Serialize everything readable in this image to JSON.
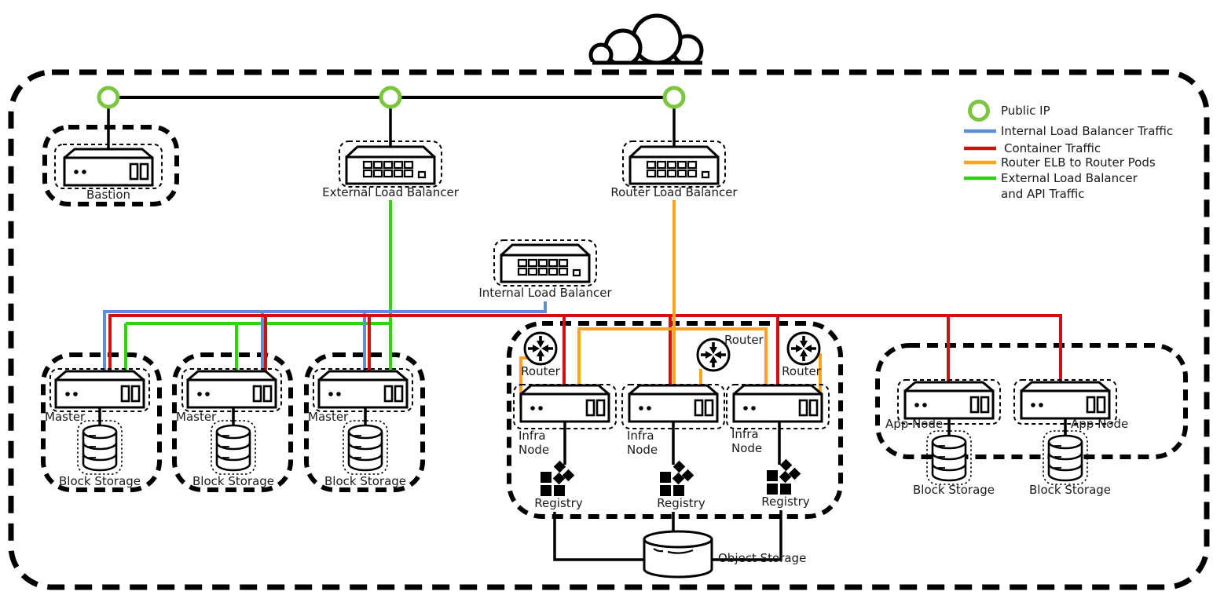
{
  "labels": {
    "bastion": "Bastion",
    "external_load_balancer": "External Load Balancer",
    "router_load_balancer": "Router Load Balancer",
    "internal_load_balancer": "Internal Load Balancer",
    "master": "Master",
    "block_storage": "Block Storage",
    "infra": "Infra",
    "node": "Node",
    "router": "Router",
    "registry": "Registry",
    "object_storage": "Object Storage",
    "app_node": "App Node"
  },
  "legend": {
    "public_ip": "Public IP",
    "internal_lb_traffic": "Internal Load Balancer Traffic",
    "container_traffic": "Container Traffic",
    "router_elb_to_router_pods": "Router ELB to Router Pods",
    "external_lb_line1": "External Load Balancer",
    "external_lb_line2": "and API Traffic"
  },
  "colors": {
    "public_ip_green": "#7cc63f",
    "internal_lb_blue": "#5b8fd6",
    "container_red": "#d11010",
    "router_orange": "#ffa41c",
    "external_api_green": "#2fd30f",
    "line_black": "#000000"
  }
}
